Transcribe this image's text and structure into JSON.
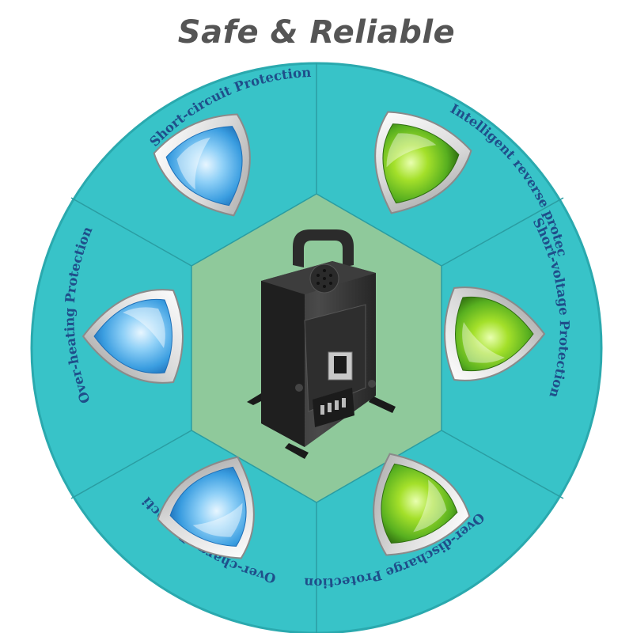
{
  "headline": "Safe & Reliable",
  "colors": {
    "ring_fill": "#38c3c8",
    "ring_stroke": "#2aa9ae",
    "center_fill": "#8fc99b",
    "label_text": "#1f4e8a",
    "headline_text": "#555555",
    "blue_shield": "#3a9de0",
    "green_shield": "#58b020"
  },
  "segments": [
    {
      "label": "Short-circuit Protection",
      "shield": "blue-shield-icon"
    },
    {
      "label": "Intelligent reverse protection",
      "shield": "green-shield-icon"
    },
    {
      "label": "Short-voltage Protection",
      "shield": "green-shield-icon"
    },
    {
      "label": "Over-discharge Protection",
      "shield": "green-shield-icon"
    },
    {
      "label": "Over-charge Protection",
      "shield": "blue-shield-icon"
    },
    {
      "label": "Over-heating Protection",
      "shield": "blue-shield-icon"
    }
  ],
  "product": {
    "icon": "battery-charger-icon"
  }
}
